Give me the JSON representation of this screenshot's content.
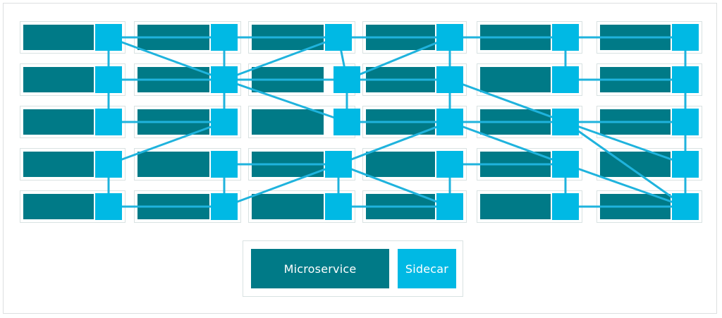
{
  "colors": {
    "microservice": "#007a87",
    "sidecar": "#00b9e4",
    "pod_border": "#d9e2e2",
    "frame_border": "#dcdfe0",
    "connection": "#1fb3dd"
  },
  "legend": {
    "microservice_label": "Microservice",
    "sidecar_label": "Sidecar"
  },
  "mesh": {
    "rows": 5,
    "columns": 6,
    "sidecar_offsets": [
      [
        0,
        0,
        0,
        0,
        0,
        0
      ],
      [
        0,
        0,
        1,
        0,
        0,
        0
      ],
      [
        0,
        0,
        1,
        0,
        0,
        0
      ],
      [
        0,
        0,
        0,
        0,
        0,
        0
      ],
      [
        0,
        0,
        0,
        0,
        0,
        0
      ]
    ],
    "connections": [
      [
        [
          0,
          0
        ],
        [
          0,
          1
        ]
      ],
      [
        [
          0,
          1
        ],
        [
          0,
          2
        ]
      ],
      [
        [
          0,
          2
        ],
        [
          0,
          3
        ]
      ],
      [
        [
          0,
          3
        ],
        [
          0,
          4
        ]
      ],
      [
        [
          0,
          4
        ],
        [
          0,
          5
        ]
      ],
      [
        [
          0,
          0
        ],
        [
          1,
          0
        ]
      ],
      [
        [
          0,
          1
        ],
        [
          1,
          1
        ]
      ],
      [
        [
          0,
          2
        ],
        [
          1,
          2
        ]
      ],
      [
        [
          0,
          3
        ],
        [
          1,
          3
        ]
      ],
      [
        [
          0,
          4
        ],
        [
          1,
          4
        ]
      ],
      [
        [
          0,
          5
        ],
        [
          1,
          5
        ]
      ],
      [
        [
          0,
          0
        ],
        [
          1,
          1
        ]
      ],
      [
        [
          0,
          2
        ],
        [
          1,
          1
        ]
      ],
      [
        [
          0,
          3
        ],
        [
          1,
          2
        ]
      ],
      [
        [
          1,
          0
        ],
        [
          1,
          1
        ]
      ],
      [
        [
          1,
          1
        ],
        [
          1,
          2
        ]
      ],
      [
        [
          1,
          2
        ],
        [
          1,
          3
        ]
      ],
      [
        [
          1,
          4
        ],
        [
          1,
          5
        ]
      ],
      [
        [
          1,
          0
        ],
        [
          2,
          0
        ]
      ],
      [
        [
          1,
          1
        ],
        [
          2,
          1
        ]
      ],
      [
        [
          1,
          2
        ],
        [
          2,
          2
        ]
      ],
      [
        [
          1,
          3
        ],
        [
          2,
          3
        ]
      ],
      [
        [
          1,
          5
        ],
        [
          2,
          5
        ]
      ],
      [
        [
          1,
          1
        ],
        [
          2,
          2
        ]
      ],
      [
        [
          1,
          3
        ],
        [
          2,
          4
        ]
      ],
      [
        [
          2,
          0
        ],
        [
          2,
          1
        ]
      ],
      [
        [
          2,
          2
        ],
        [
          2,
          3
        ]
      ],
      [
        [
          2,
          3
        ],
        [
          2,
          4
        ]
      ],
      [
        [
          2,
          4
        ],
        [
          2,
          5
        ]
      ],
      [
        [
          2,
          1
        ],
        [
          3,
          0
        ]
      ],
      [
        [
          2,
          3
        ],
        [
          3,
          2
        ]
      ],
      [
        [
          2,
          3
        ],
        [
          3,
          4
        ]
      ],
      [
        [
          2,
          4
        ],
        [
          3,
          5
        ]
      ],
      [
        [
          2,
          5
        ],
        [
          3,
          5
        ]
      ],
      [
        [
          3,
          1
        ],
        [
          3,
          2
        ]
      ],
      [
        [
          3,
          3
        ],
        [
          3,
          4
        ]
      ],
      [
        [
          3,
          0
        ],
        [
          4,
          0
        ]
      ],
      [
        [
          3,
          1
        ],
        [
          4,
          1
        ]
      ],
      [
        [
          3,
          2
        ],
        [
          4,
          2
        ]
      ],
      [
        [
          3,
          3
        ],
        [
          4,
          3
        ]
      ],
      [
        [
          3,
          4
        ],
        [
          4,
          4
        ]
      ],
      [
        [
          3,
          5
        ],
        [
          4,
          5
        ]
      ],
      [
        [
          3,
          2
        ],
        [
          4,
          1
        ]
      ],
      [
        [
          3,
          2
        ],
        [
          4,
          3
        ]
      ],
      [
        [
          3,
          4
        ],
        [
          4,
          5
        ]
      ],
      [
        [
          2,
          4
        ],
        [
          4,
          5
        ]
      ],
      [
        [
          4,
          0
        ],
        [
          4,
          1
        ]
      ],
      [
        [
          4,
          2
        ],
        [
          4,
          3
        ]
      ],
      [
        [
          4,
          4
        ],
        [
          4,
          5
        ]
      ]
    ]
  }
}
